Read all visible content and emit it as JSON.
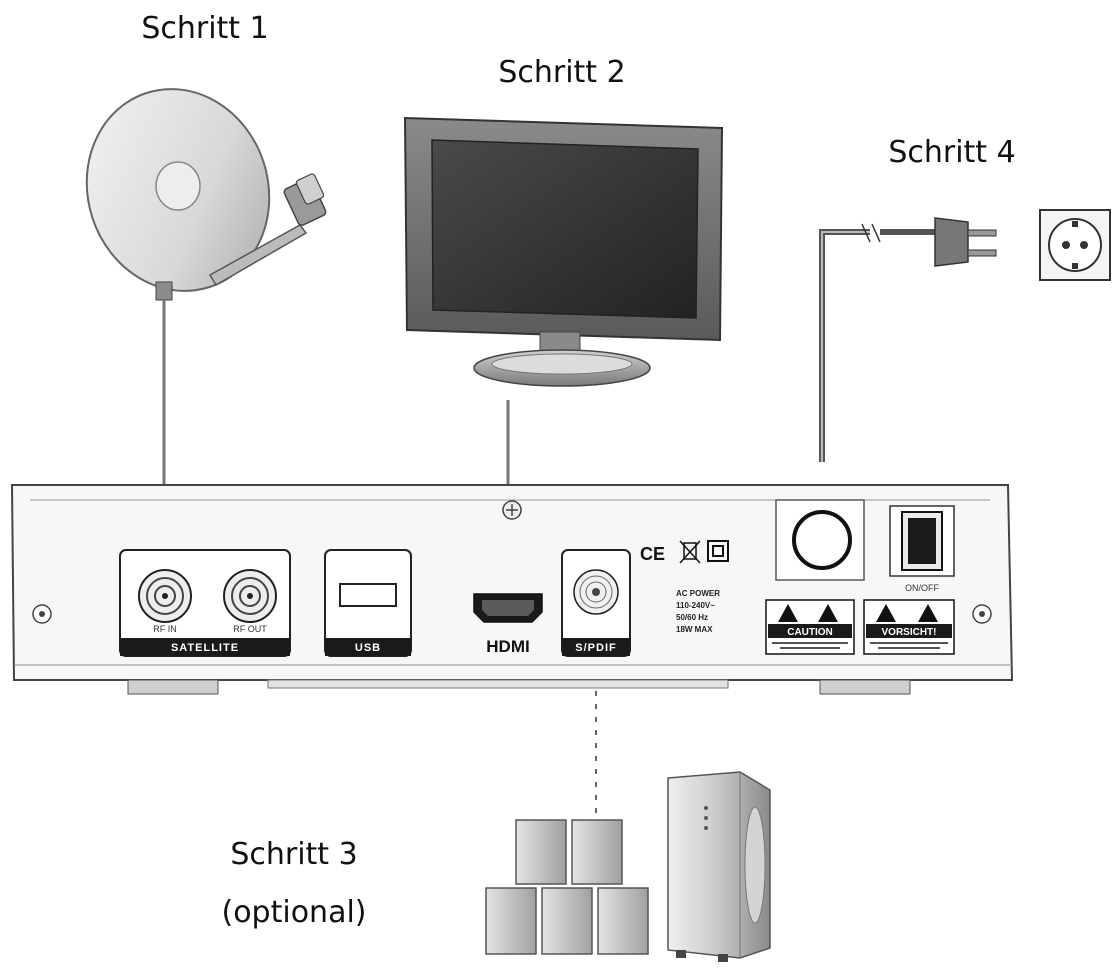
{
  "steps": {
    "step1": "Schritt 1",
    "step2": "Schritt 2",
    "step3": "Schritt 3",
    "step3_note": "(optional)",
    "step4": "Schritt 4"
  },
  "receiver": {
    "satellite_label": "SATELLITE",
    "rf_in_label": "RF IN",
    "rf_out_label": "RF OUT",
    "usb_label": "USB",
    "hdmi_label": "HDMI",
    "spdif_label": "S/PDIF",
    "ce_mark": "CE",
    "power_spec_line1": "AC POWER",
    "power_spec_line2": "110-240V~",
    "power_spec_line3": "50/60 Hz",
    "power_spec_line4": "18W MAX",
    "on_off_label": "ON/OFF",
    "caution_label": "CAUTION",
    "vorsicht_label": "VORSICHT!"
  }
}
